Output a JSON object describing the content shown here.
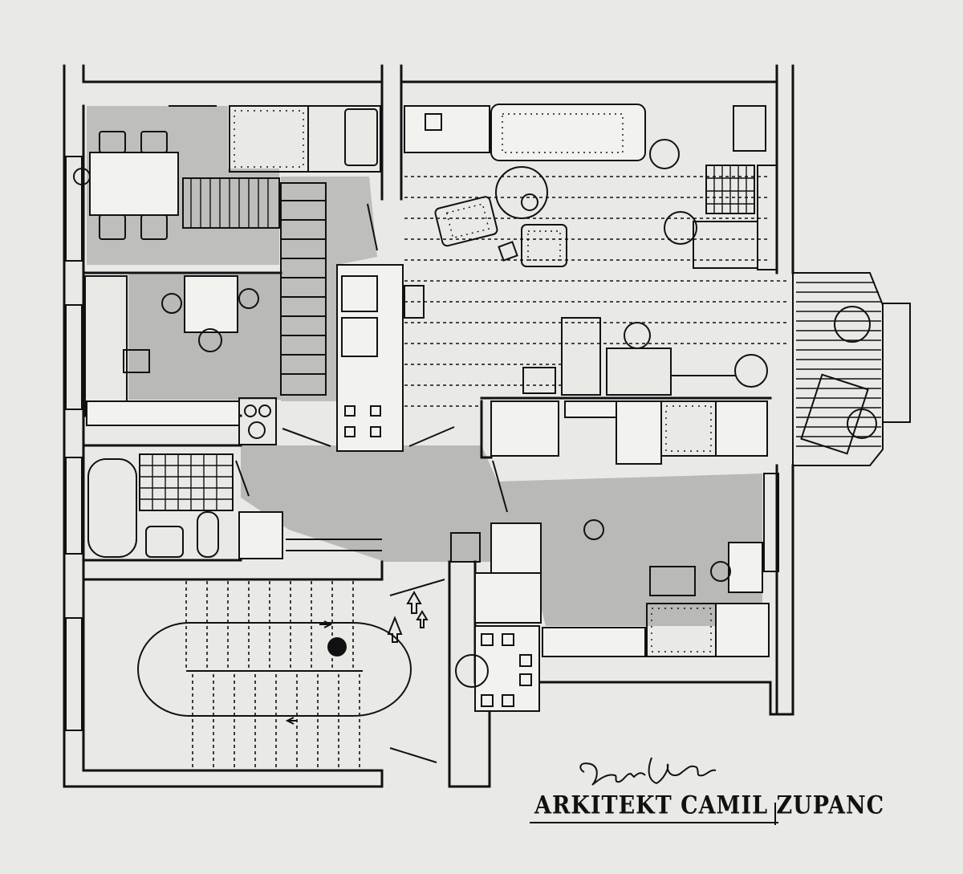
{
  "drawing": {
    "kind": "floor plan sketch",
    "credit": "ARKITEKT CAMIL ZUPANC",
    "signature": "Camil Zupanc",
    "style": "black ink on paper with grey wash"
  },
  "colors": {
    "paper": "#e9e9e6",
    "ink": "#111111",
    "wash": "#9a9a96"
  }
}
